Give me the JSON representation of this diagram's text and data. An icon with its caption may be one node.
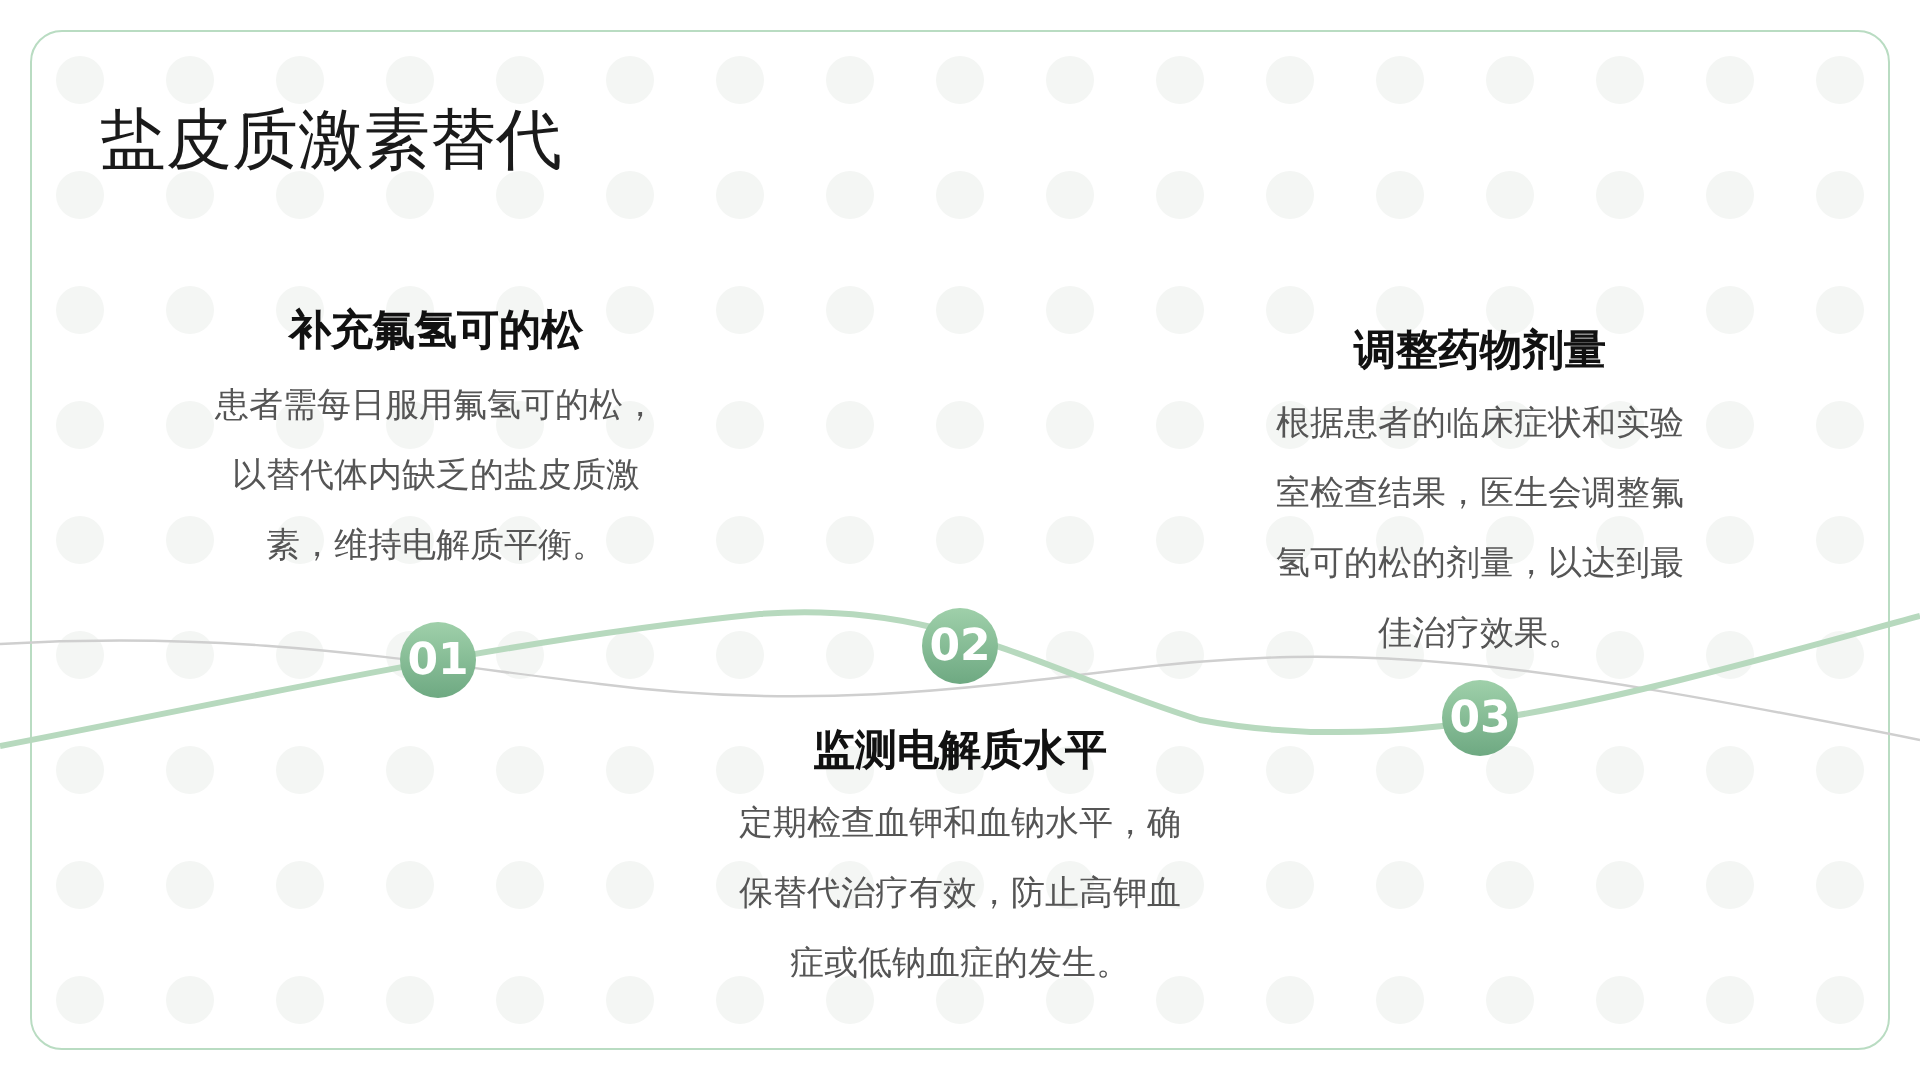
{
  "diagram": {
    "title": "盐皮质激素替代",
    "nodes": [
      {
        "text": [
          "01"
        ],
        "beside": [
          "补充氟氢可的松",
          "患者需每日服用氟氢可的松，以替代体内缺乏的盐皮质激素，维持电解质平衡。"
        ]
      },
      {
        "text": [
          "02"
        ],
        "beside": [
          "监测电解质水平",
          "定期检查血钾和血钠水平，确保替代治疗有效，防止高钾血症或低钠血症的发生。"
        ]
      },
      {
        "text": [
          "03"
        ],
        "beside": [
          "调整药物剂量",
          "根据患者的临床症状和实验室检查结果，医生会调整氟氢可的松的剂量，以达到最佳治疗效果。"
        ]
      }
    ]
  }
}
